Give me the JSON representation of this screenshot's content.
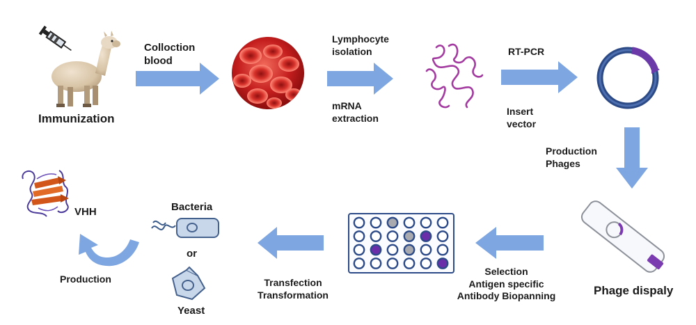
{
  "colors": {
    "arrow": "#7ea6e0",
    "plasmid": "#2c4a86",
    "insert": "#6b3aa8",
    "rna": "#a23aa0",
    "blood": "#c41e1e",
    "protein_strand": "#d2561a",
    "protein_loop": "#4b3a9a",
    "plate": "#2b4a87"
  },
  "icons": [
    "alpaca-icon",
    "syringe-icon",
    "red-blood-cells-icon",
    "mrna-strand-icon",
    "plasmid-vector-icon",
    "phage-slide-icon",
    "well-plate-icon",
    "bacteria-icon",
    "yeast-icon",
    "vhh-protein-icon",
    "cycle-arrow-icon"
  ],
  "steps": {
    "immunization": "Immunization",
    "collect_1": "Colloction",
    "collect_2": "blood",
    "lymph_1": "Lymphocyte",
    "lymph_2": "isolation",
    "mrna_1": "mRNA",
    "mrna_2": "extraction",
    "rtpcr": "RT-PCR",
    "insert_1": "Insert",
    "insert_2": "vector",
    "prod_phages_1": "Production",
    "prod_phages_2": "Phages",
    "phage_display": "Phage dispaly",
    "selection_1": "Selection",
    "selection_2": "Antigen specific",
    "selection_3": "Antibody Biopanning",
    "transfect_1": "Transfection",
    "transfect_2": "Transformation",
    "bacteria": "Bacteria",
    "or": "or",
    "yeast": "Yeast",
    "vhh": "VHH",
    "production": "Production"
  },
  "plate_wells": [
    "empty",
    "empty",
    "gray",
    "empty",
    "empty",
    "empty",
    "empty",
    "empty",
    "empty",
    "gray",
    "purple",
    "empty",
    "empty",
    "purple",
    "empty",
    "gray",
    "empty",
    "empty",
    "empty",
    "empty",
    "empty",
    "empty",
    "empty",
    "purple"
  ]
}
